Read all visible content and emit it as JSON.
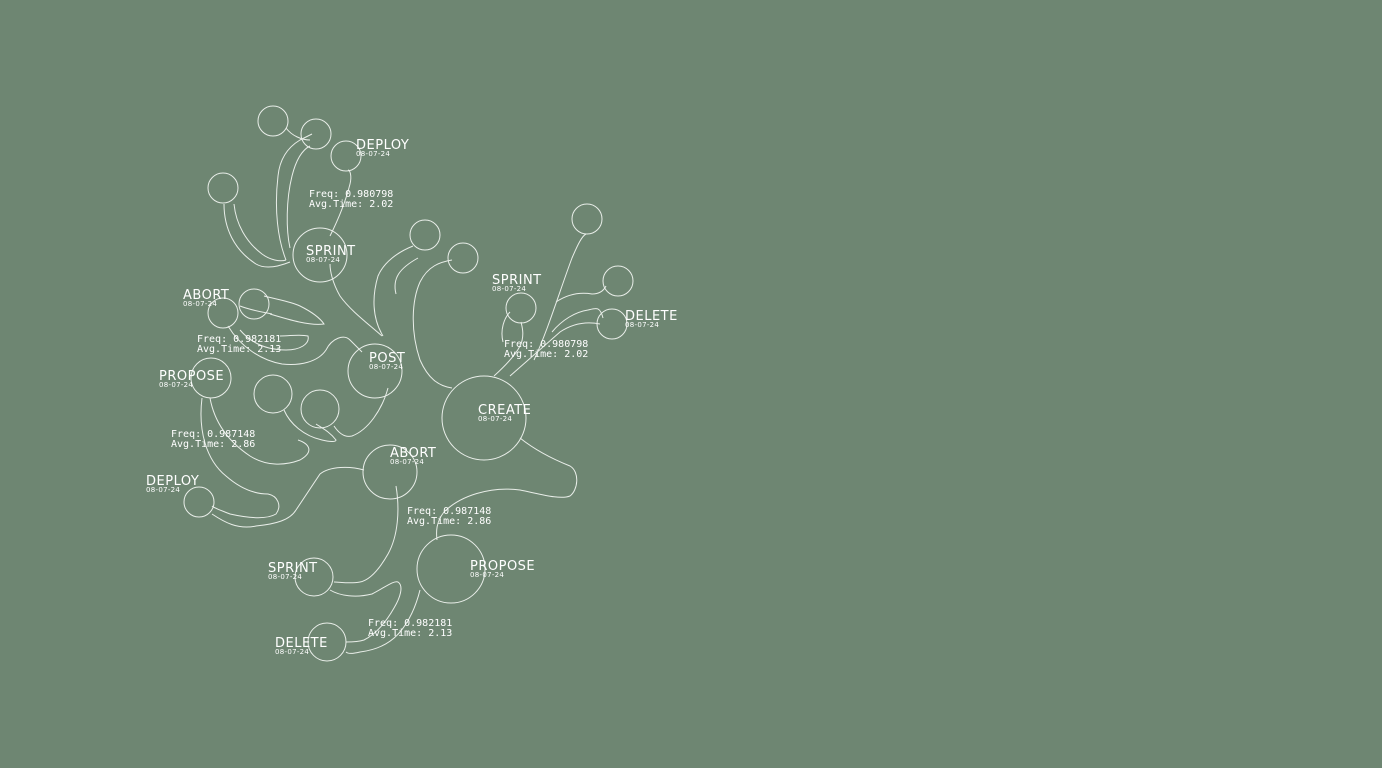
{
  "colors": {
    "background": "#6e8672",
    "line": "#e9eee9",
    "text": "#ffffff"
  },
  "nodes": [
    {
      "id": "create",
      "label": "CREATE",
      "date": "08-07-24"
    },
    {
      "id": "post",
      "label": "POST",
      "date": "08-07-24"
    },
    {
      "id": "abort-mid",
      "label": "ABORT",
      "date": "08-07-24"
    },
    {
      "id": "propose-low",
      "label": "PROPOSE",
      "date": "08-07-24"
    },
    {
      "id": "sprint-top",
      "label": "SPRINT",
      "date": "08-07-24"
    },
    {
      "id": "deploy-top",
      "label": "DEPLOY",
      "date": "08-07-24"
    },
    {
      "id": "abort-left",
      "label": "ABORT",
      "date": "08-07-24"
    },
    {
      "id": "propose-left",
      "label": "PROPOSE",
      "date": "08-07-24"
    },
    {
      "id": "deploy-left",
      "label": "DEPLOY",
      "date": "08-07-24"
    },
    {
      "id": "sprint-right",
      "label": "SPRINT",
      "date": "08-07-24"
    },
    {
      "id": "delete-right",
      "label": "DELETE",
      "date": "08-07-24"
    },
    {
      "id": "sprint-low",
      "label": "SPRINT",
      "date": "08-07-24"
    },
    {
      "id": "delete-low",
      "label": "DELETE",
      "date": "08-07-24"
    }
  ],
  "stats": [
    {
      "id": "stat-deploy-top",
      "freq": "Freq: 0.980798",
      "time": "Avg.Time: 2.02"
    },
    {
      "id": "stat-abort-left",
      "freq": "Freq: 0.982181",
      "time": "Avg.Time: 2.13"
    },
    {
      "id": "stat-propose-left",
      "freq": "Freq: 0.987148",
      "time": "Avg.Time: 2.86"
    },
    {
      "id": "stat-sprint-right",
      "freq": "Freq: 0.980798",
      "time": "Avg.Time: 2.02"
    },
    {
      "id": "stat-abort-mid",
      "freq": "Freq: 0.987148",
      "time": "Avg.Time: 2.86"
    },
    {
      "id": "stat-delete-low",
      "freq": "Freq: 0.982181",
      "time": "Avg.Time: 2.13"
    }
  ]
}
